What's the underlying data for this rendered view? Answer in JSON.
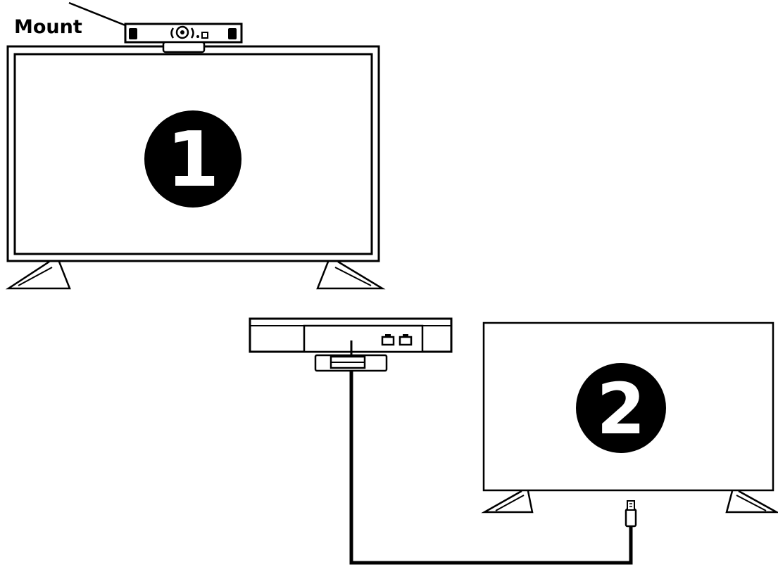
{
  "mount_label": "Mount",
  "step_1": "1",
  "step_2": "2",
  "colors": {
    "line": "#000000",
    "background": "#ffffff",
    "badge_fill": "#000000",
    "badge_text": "#ffffff"
  }
}
